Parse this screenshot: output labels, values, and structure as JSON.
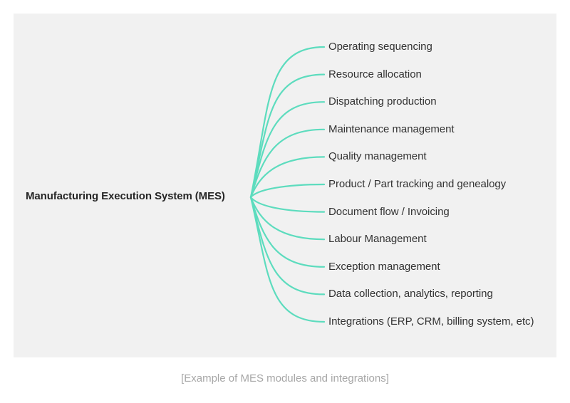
{
  "figure": {
    "caption": "[Example of MES modules and integrations]",
    "panel_background": "#f1f1f1",
    "page_background": "#ffffff"
  },
  "diagram": {
    "type": "radial-fan-mindmap",
    "root": {
      "label": "Manufacturing Execution System (MES)",
      "text_color": "#262626"
    },
    "branch_color": "#5ddcbe",
    "label_color": "#333333",
    "branches": [
      {
        "label": "Operating sequencing"
      },
      {
        "label": "Resource allocation"
      },
      {
        "label": "Dispatching production"
      },
      {
        "label": "Maintenance management"
      },
      {
        "label": "Quality management"
      },
      {
        "label": "Product / Part tracking and genealogy"
      },
      {
        "label": "Document flow / Invoicing"
      },
      {
        "label": "Labour Management"
      },
      {
        "label": "Exception management"
      },
      {
        "label": "Data collection, analytics, reporting"
      },
      {
        "label": "Integrations (ERP, CRM, billing system, etc)"
      }
    ]
  }
}
